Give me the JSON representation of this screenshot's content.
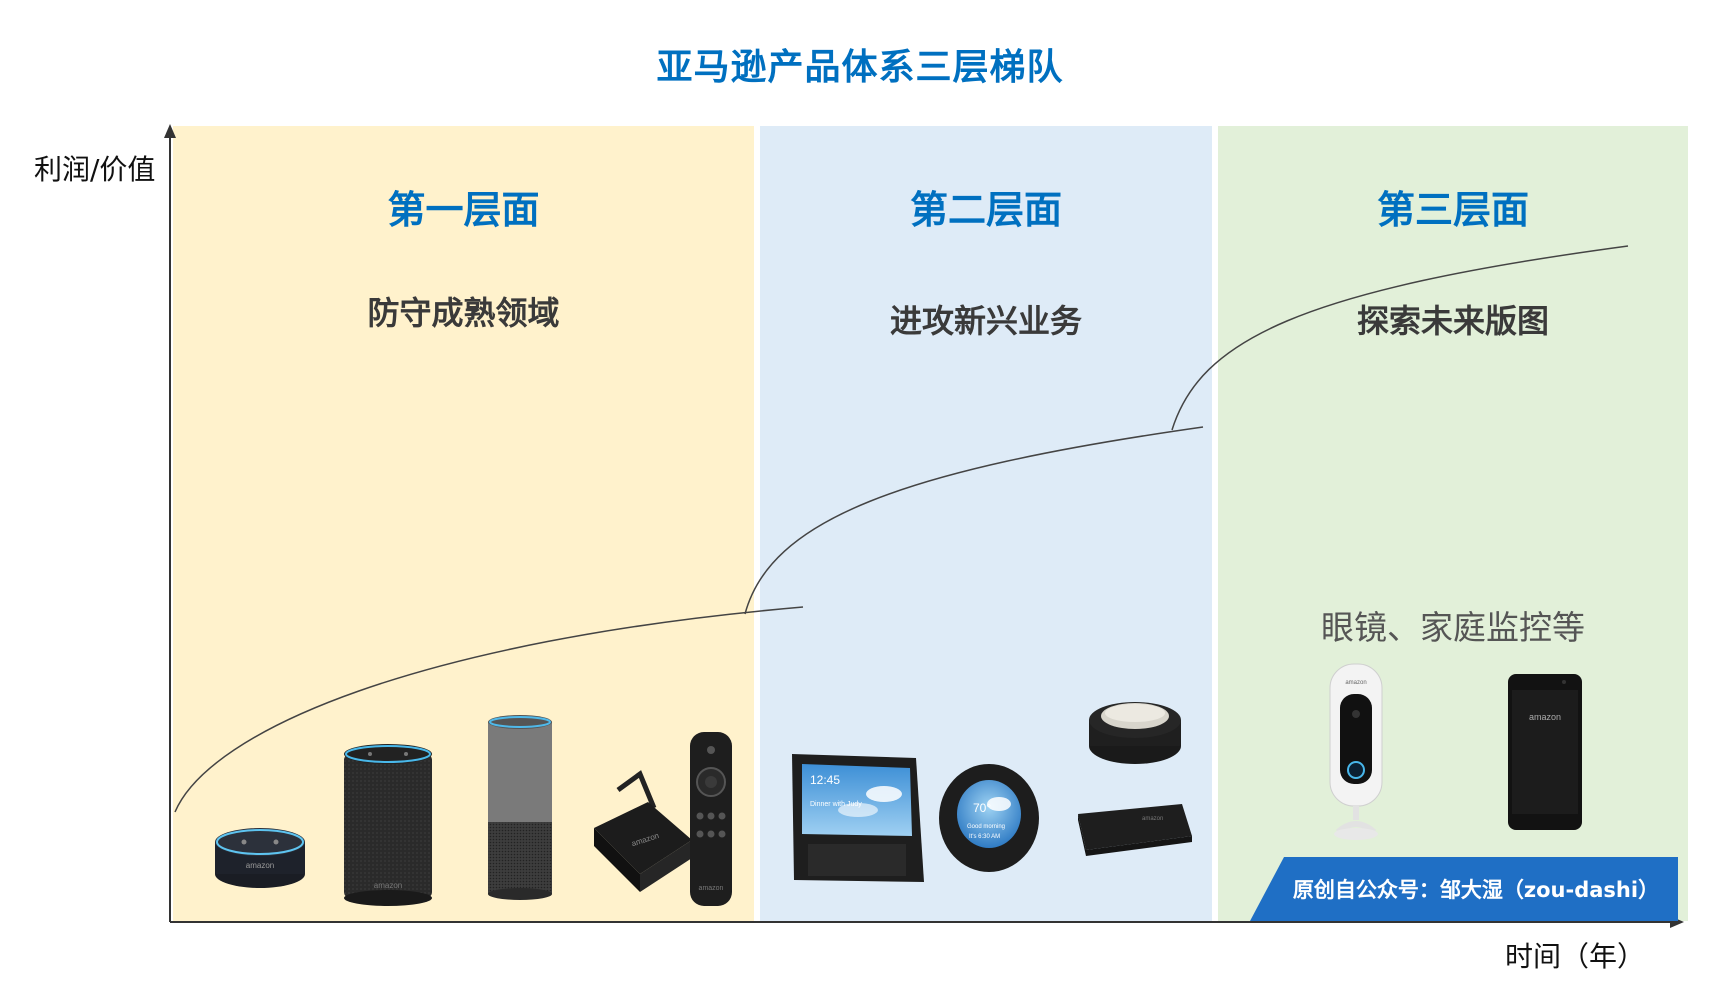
{
  "title": "亚马逊产品体系三层梯队",
  "axes": {
    "y_label": "利润/价值",
    "x_label": "时间（年）"
  },
  "layers": [
    {
      "title": "第一层面",
      "subtitle": "防守成熟领域",
      "bg_color": "#fff2cc"
    },
    {
      "title": "第二层面",
      "subtitle": "进攻新兴业务",
      "bg_color": "#deebf7"
    },
    {
      "title": "第三层面",
      "subtitle": "探索未来版图",
      "bg_color": "#e2f0d9",
      "note": "眼镜、家庭监控等"
    }
  ],
  "watermark": "原创自公众号：邹大湿（zou-dashi）",
  "colors": {
    "title_blue": "#0070c0",
    "banner_blue": "#1f6fc5",
    "axis": "#333333"
  },
  "devices": {
    "layer1": [
      "echo-dot",
      "echo-speaker",
      "echo-tall",
      "fire-tv-box",
      "fire-tv-remote"
    ],
    "layer2": [
      "echo-show",
      "echo-spot",
      "echo-button",
      "echo-connect"
    ],
    "layer3": [
      "echo-look-camera",
      "amazon-phone"
    ]
  },
  "device_text": {
    "show_time": "12:45",
    "show_msg": "Dinner with Judy",
    "spot_temp": "70°",
    "spot_msg": "Good morning",
    "spot_time": "It's 6:30 AM",
    "brand": "amazon"
  }
}
